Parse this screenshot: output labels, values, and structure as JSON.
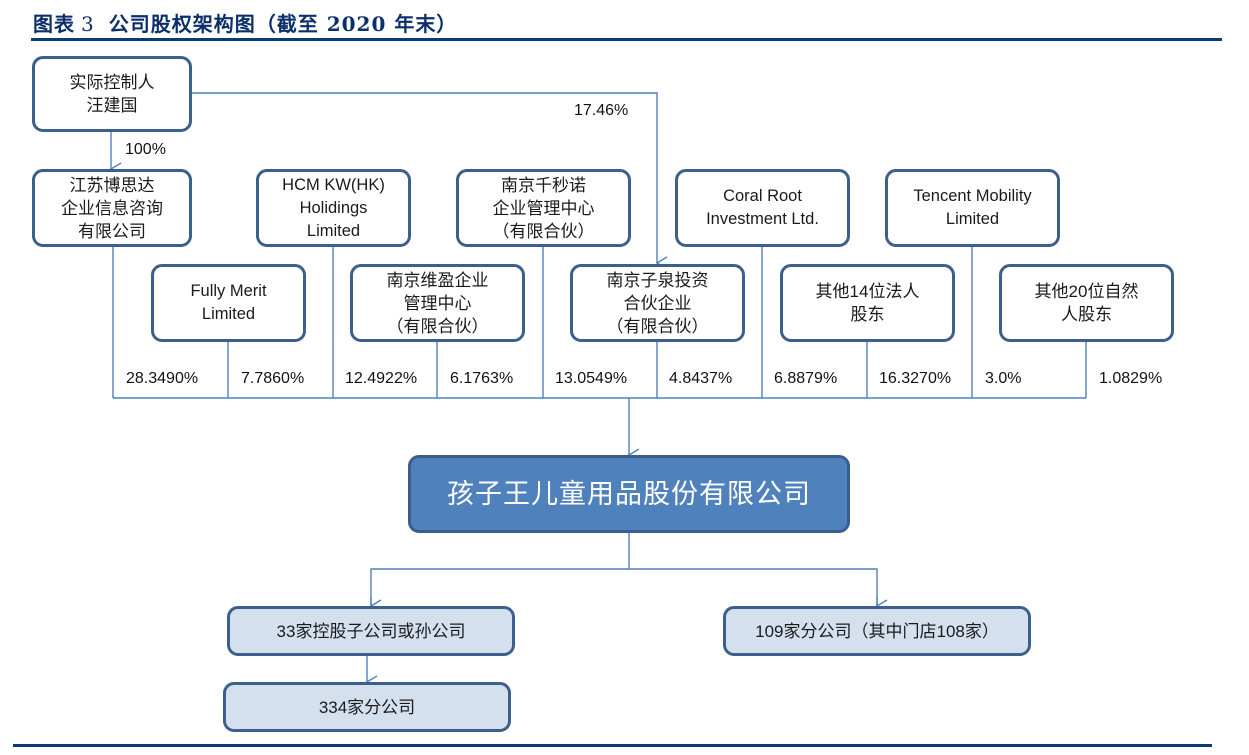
{
  "header": {
    "label": "图表",
    "number": "3",
    "title": "公司股权架构图（截至 2020 年末）"
  },
  "colors": {
    "title": "#0b2f6b",
    "rule": "#0a3b78",
    "box_border": "#3d5f8c",
    "connector": "#4f81bd",
    "main_fill": "#4f81bd",
    "sub_fill": "#d5e0ef"
  },
  "nodes": {
    "controller": {
      "lines": [
        "实际控制人",
        "汪建国"
      ]
    },
    "jiangsu_bosida": {
      "lines": [
        "江苏博思达",
        "企业信息咨询",
        "有限公司"
      ]
    },
    "hcm_kw": {
      "lines": [
        "HCM KW(HK)",
        "Holidings",
        "Limited"
      ]
    },
    "nanjing_qianmiaonuo": {
      "lines": [
        "南京千秒诺",
        "企业管理中心",
        "（有限合伙）"
      ]
    },
    "coral_root": {
      "lines": [
        "Coral Root",
        "Investment  Ltd."
      ]
    },
    "tencent_mobility": {
      "lines": [
        "Tencent Mobility",
        "Limited"
      ]
    },
    "fully_merit": {
      "lines": [
        "Fully Merit",
        "Limited"
      ]
    },
    "nanjing_weiying": {
      "lines": [
        "南京维盈企业",
        "管理中心",
        "（有限合伙）"
      ]
    },
    "nanjing_ziquan": {
      "lines": [
        "南京子泉投资",
        "合伙企业",
        "（有限合伙）"
      ]
    },
    "other_14_legal": {
      "lines": [
        "其他14位法人",
        "股东"
      ]
    },
    "other_20_natural": {
      "lines": [
        "其他20位自然",
        "人股东"
      ]
    },
    "company": {
      "lines": [
        "孩子王儿童用品股份有限公司"
      ]
    },
    "subsidiaries": {
      "lines": [
        "33家控股子公司或孙公司"
      ]
    },
    "branches_334": {
      "lines": [
        "334家分公司"
      ]
    },
    "branches_109": {
      "lines": [
        "109家分公司（其中门店108家）"
      ]
    }
  },
  "edges": {
    "controller_to_bosida": "100%",
    "controller_to_ziquan": "17.46%"
  },
  "shareholdings": [
    {
      "holder": "江苏博思达企业信息咨询有限公司",
      "pct": "28.3490%"
    },
    {
      "holder": "Fully Merit Limited",
      "pct": "7.7860%"
    },
    {
      "holder": "HCM KW(HK) Holidings Limited",
      "pct": "12.4922%"
    },
    {
      "holder": "南京维盈企业管理中心（有限合伙）",
      "pct": "6.1763%"
    },
    {
      "holder": "南京千秒诺企业管理中心（有限合伙）",
      "pct": "13.0549%"
    },
    {
      "holder": "南京子泉投资合伙企业（有限合伙）",
      "pct": "4.8437%"
    },
    {
      "holder": "Coral Root Investment Ltd.",
      "pct": "6.8879%"
    },
    {
      "holder": "其他14位法人股东",
      "pct": "16.3270%"
    },
    {
      "holder": "Tencent Mobility Limited",
      "pct": "3.0%"
    },
    {
      "holder": "其他20位自然人股东",
      "pct": "1.0829%"
    }
  ]
}
